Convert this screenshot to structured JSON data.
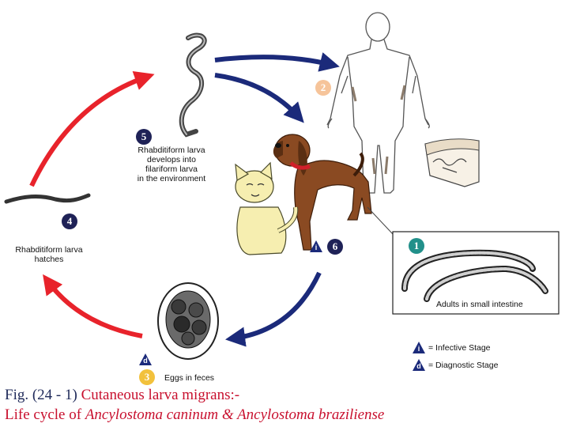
{
  "colors": {
    "red_arrow": "#e8232b",
    "blue_arrow": "#1b2a7a",
    "badge_navy": "#1f2257",
    "badge_teal": "#22908a",
    "badge_peach": "#f6c49a",
    "badge_yellow": "#f2c13c",
    "caption_navy": "#1f2a5a",
    "caption_red": "#c8102e"
  },
  "stages": {
    "s1": {
      "number": "1",
      "label": "Adults in small intestine"
    },
    "s2": {
      "number": "2"
    },
    "s3": {
      "number": "3",
      "label": "Eggs in feces",
      "marker": "d"
    },
    "s4": {
      "number": "4",
      "label_line1": "Rhabditiform larva",
      "label_line2": "hatches"
    },
    "s5": {
      "number": "5",
      "label_line1": "Rhabditiform larva",
      "label_line2": "develops into",
      "label_line3": "filariform larva",
      "label_line4": "in the environment"
    },
    "s6": {
      "number": "6",
      "marker": "i"
    }
  },
  "legend": {
    "infective": {
      "marker": "i",
      "label": "= Infective Stage"
    },
    "diagnostic": {
      "marker": "d",
      "label": "= Diagnostic Stage"
    }
  },
  "caption": {
    "prefix": "Fig. (24 - 1) ",
    "title": "Cutaneous larva migrans:-",
    "line2_plain": "Life cycle of ",
    "species": "Ancylostoma caninum & Ancylostoma braziliense"
  }
}
